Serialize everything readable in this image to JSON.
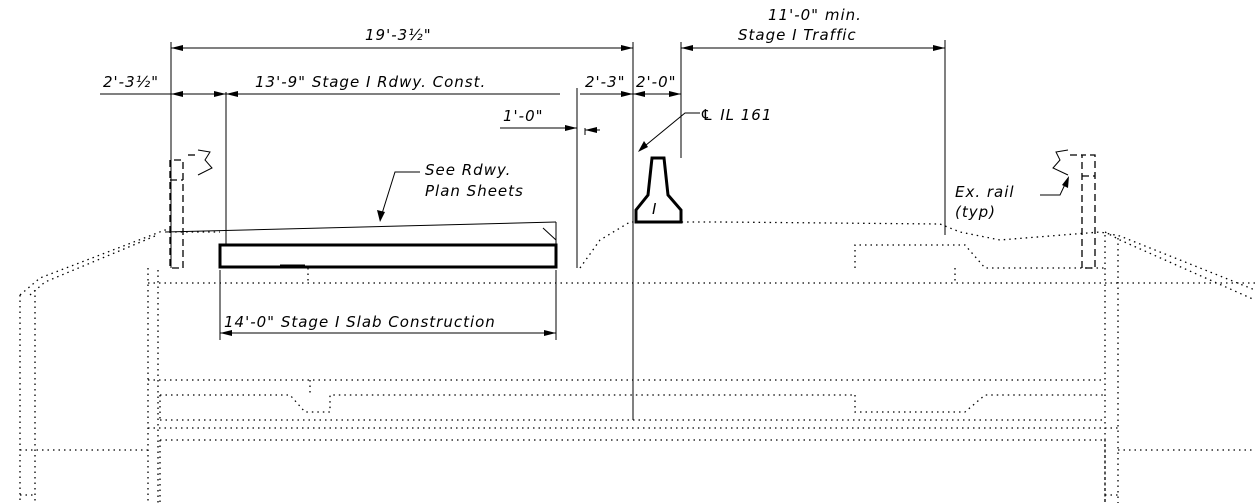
{
  "dimensions": {
    "overall_width": "19'-3½\"",
    "left_offset": "2'-3½\"",
    "roadway_construction": "13'-9\" Stage I Rdwy. Const.",
    "offset_one_ft": "1'-0\"",
    "gap_right": "2'-3\"",
    "barrier_offset": "2'-0\"",
    "min_traffic_line1": "11'-0\" min.",
    "min_traffic_line2": "Stage I Traffic",
    "slab_construction": "14'-0\" Stage I Slab Construction"
  },
  "notes": {
    "centerline": "℄ IL 161",
    "see_roadway_line1": "See Rdwy.",
    "see_roadway_line2": "Plan Sheets",
    "existing_rail_line1": "Ex. rail",
    "existing_rail_line2": "(typ)",
    "barrier_mark": "I"
  }
}
